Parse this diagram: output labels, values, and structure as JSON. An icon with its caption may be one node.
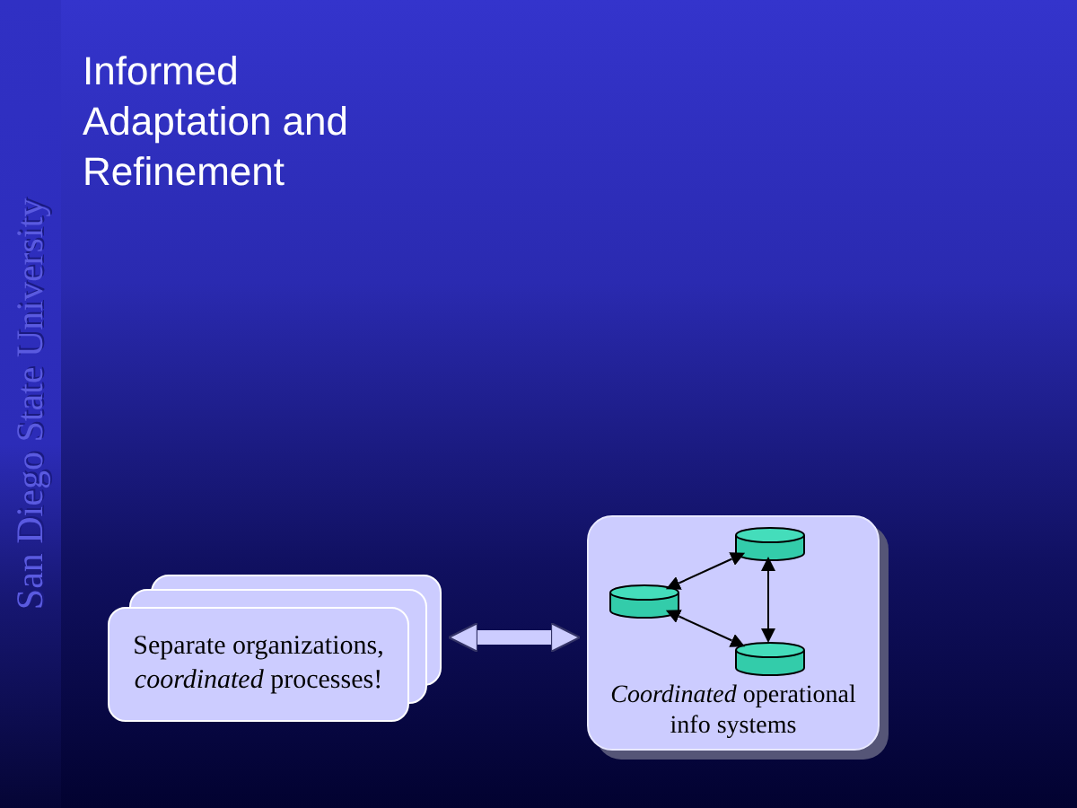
{
  "diagram": {
    "title": "Informed Adaptation and Refinement",
    "nodes": [
      {
        "text": [
          "Separate organizations, *coordinated* processes!"
        ]
      },
      {
        "text": [
          "*Coordinated* operational info systems"
        ]
      },
      {
        "text": [],
        "shape": "cylinder",
        "in": 1
      },
      {
        "text": [],
        "shape": "cylinder",
        "in": 1
      },
      {
        "text": [],
        "shape": "cylinder",
        "in": 1
      }
    ],
    "edges": [
      {
        "from": 0,
        "to": 1,
        "arrow": "both",
        "style": "thick",
        "color": "#ccccff"
      },
      {
        "from": 2,
        "to": 3,
        "arrow": "both"
      },
      {
        "from": 2,
        "to": 4,
        "arrow": "both"
      },
      {
        "from": 3,
        "to": 4,
        "arrow": "both"
      }
    ],
    "labels": [
      "San Diego State University"
    ]
  }
}
